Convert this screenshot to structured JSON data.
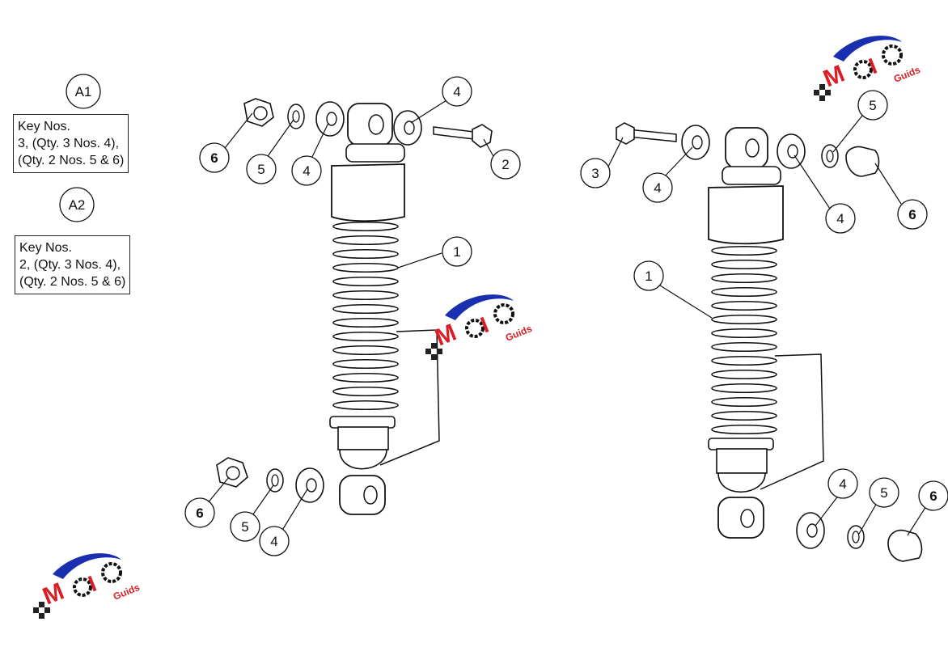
{
  "group_labels": {
    "a1": "A1",
    "a2": "A2"
  },
  "key_boxes": {
    "a1": [
      "Key Nos.",
      "3, (Qty. 3 Nos. 4),",
      "(Qty. 2 Nos. 5 & 6)"
    ],
    "a2": [
      "Key Nos.",
      "2, (Qty. 3 Nos. 4),",
      "(Qty. 2 Nos. 5 & 6)"
    ]
  },
  "callouts": {
    "left_top_6": "6",
    "left_top_5": "5",
    "left_top_4a": "4",
    "left_top_4b": "4",
    "left_bolt_2": "2",
    "left_spring_1": "1",
    "left_bot_6": "6",
    "left_bot_5": "5",
    "left_bot_4": "4",
    "right_bolt_3": "3",
    "right_top_4a": "4",
    "right_top_4b": "4",
    "right_top_5": "5",
    "right_top_6": "6",
    "right_spring_1": "1",
    "right_bot_4": "4",
    "right_bot_5": "5",
    "right_bot_6": "6"
  },
  "watermark": {
    "text": "Guids",
    "brand": "MOTO"
  },
  "colors": {
    "line": "#111111",
    "watermark_blue": "#1a2fb0",
    "watermark_red": "#d81f26"
  }
}
